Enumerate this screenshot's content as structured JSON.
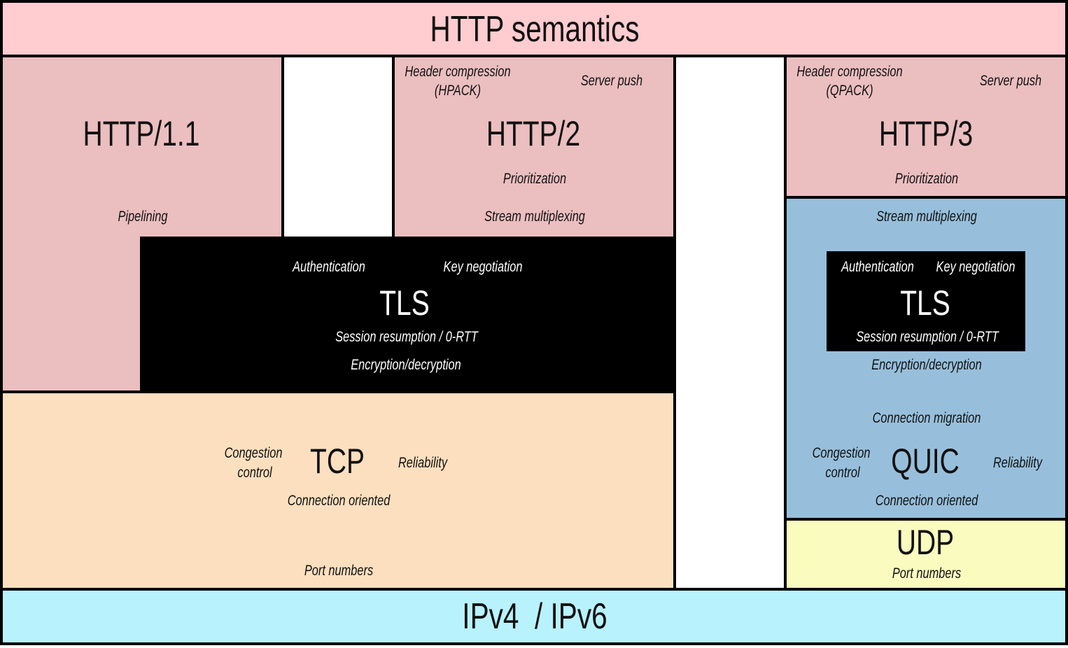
{
  "colors": {
    "semantics": "#ffccd0",
    "http": "#ebbec0",
    "tls": "#000000",
    "tcp": "#fcdfbf",
    "quic": "#97bfdb",
    "udp": "#fafbbf",
    "ip": "#b8f3fd"
  },
  "semantics": {
    "title": "HTTP semantics"
  },
  "http11": {
    "title": "HTTP/1.1",
    "pipelining": "Pipelining"
  },
  "http2": {
    "title": "HTTP/2",
    "header_compression": "Header compression",
    "hpack": "(HPACK)",
    "server_push": "Server push",
    "prioritization": "Prioritization",
    "stream_multiplexing": "Stream multiplexing"
  },
  "http3": {
    "title": "HTTP/3",
    "header_compression": "Header compression",
    "qpack": "(QPACK)",
    "server_push": "Server push",
    "prioritization": "Prioritization"
  },
  "tls_tcp": {
    "title": "TLS",
    "authentication": "Authentication",
    "key_negotiation": "Key negotiation",
    "session_resumption": "Session resumption / 0-RTT",
    "encryption": "Encryption/decryption"
  },
  "tcp": {
    "title": "TCP",
    "congestion": "Congestion",
    "control": "control",
    "reliability": "Reliability",
    "connection_oriented": "Connection oriented",
    "port_numbers": "Port numbers"
  },
  "quic": {
    "title": "QUIC",
    "stream_multiplexing": "Stream multiplexing",
    "encryption": "Encryption/decryption",
    "connection_migration": "Connection migration",
    "congestion": "Congestion",
    "control": "control",
    "reliability": "Reliability",
    "connection_oriented": "Connection oriented"
  },
  "tls_quic": {
    "title": "TLS",
    "authentication": "Authentication",
    "key_negotiation": "Key negotiation",
    "session_resumption": "Session resumption / 0-RTT"
  },
  "udp": {
    "title": "UDP",
    "port_numbers": "Port numbers"
  },
  "ip": {
    "title": "IPv4  / IPv6"
  }
}
